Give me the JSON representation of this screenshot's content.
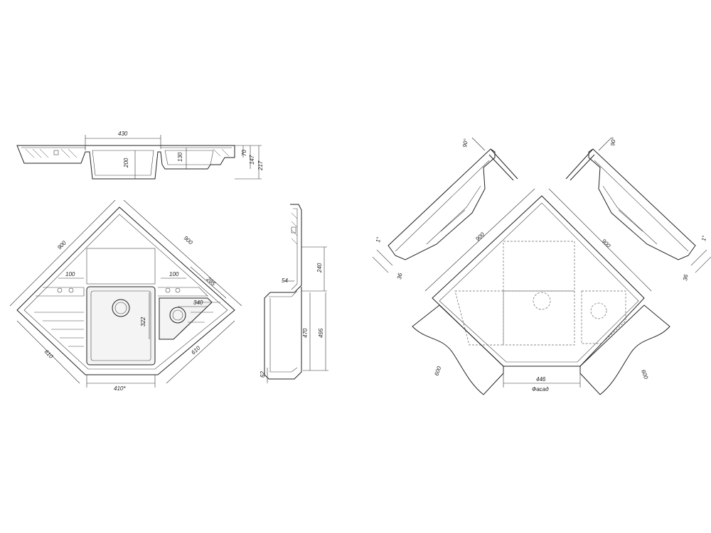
{
  "dimensions": {
    "top_width": "430",
    "top_bowl_depth": "200",
    "top_small_depth": "130",
    "top_h70": "70",
    "top_h147": "147",
    "top_h217": "217",
    "plan_900_left": "900",
    "plan_900_right": "900",
    "plan_100_left": "100",
    "plan_100_right": "100",
    "plan_285": "285",
    "plan_340": "340",
    "plan_322": "322",
    "plan_610_left": "610",
    "plan_610_right": "610",
    "plan_410": "410*",
    "side_54": "54",
    "side_240": "240",
    "side_470": "470",
    "side_495": "495",
    "side_62": "62",
    "inst_900_left": "900",
    "inst_900_right": "900",
    "inst_90_left": "90°",
    "inst_90_right": "90°",
    "inst_1_left": "1°",
    "inst_1_right": "1°",
    "inst_36_left": "36",
    "inst_36_right": "36",
    "inst_600_left": "600",
    "inst_600_right": "600",
    "inst_446": "446",
    "inst_facade": "Фасад"
  }
}
